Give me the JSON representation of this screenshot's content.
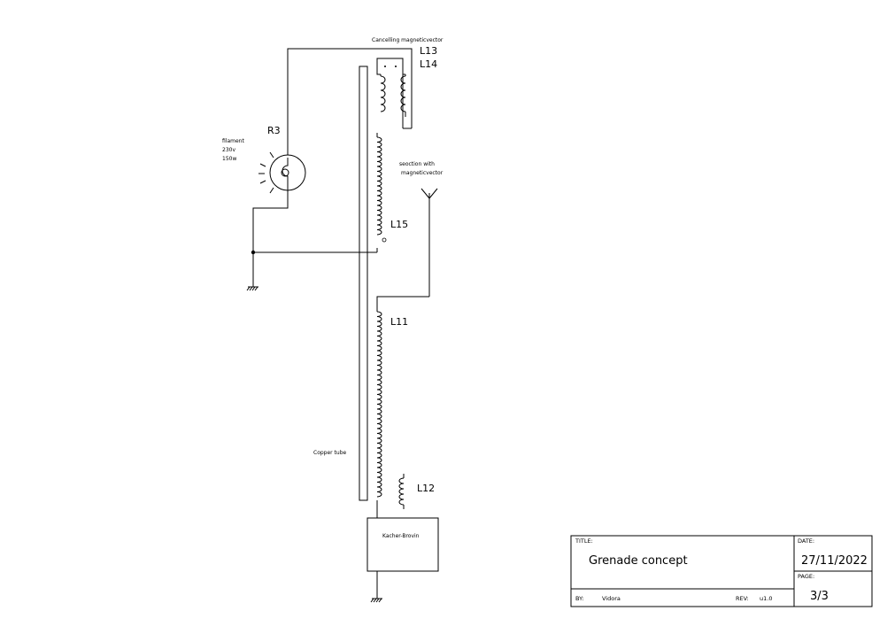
{
  "labels": {
    "cancel_vector": "Cancelling magneticvector",
    "l13": "L13",
    "l14": "L14",
    "r3": "R3",
    "filament_line1": "filament",
    "filament_line2": "230v",
    "filament_line3": "150w",
    "section_line1": "seoction with",
    "section_line2": "magneticvector",
    "l15": "L15",
    "l11": "L11",
    "copper_tube": "Copper tube",
    "l12": "L12",
    "kacher": "Kacher-Brovin"
  },
  "title_block": {
    "title_caption": "TITLE:",
    "title_value": "Grenade concept",
    "date_caption": "DATE:",
    "date_value": "27/11/2022",
    "page_caption": "PAGE:",
    "page_value": "3/3",
    "by_caption": "BY:",
    "by_value": "Vidora",
    "rev_caption": "REV:",
    "rev_value": "u1.0"
  }
}
